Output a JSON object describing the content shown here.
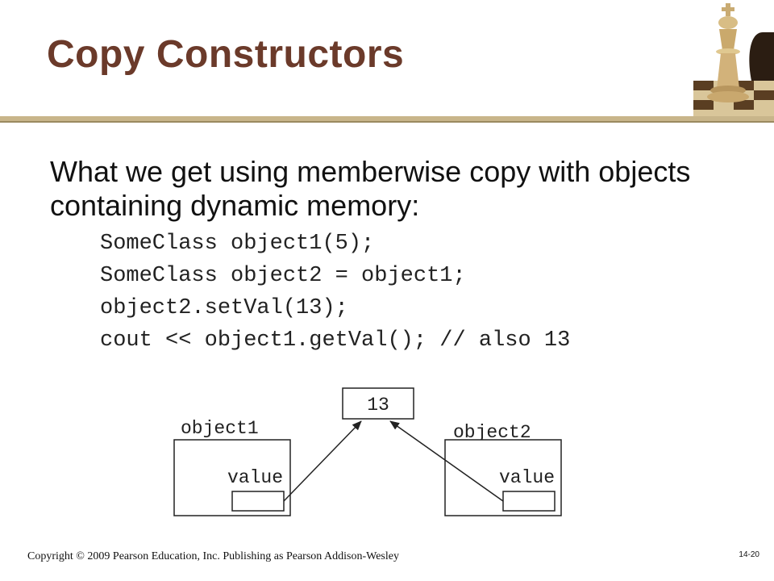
{
  "slide": {
    "title": "Copy Constructors",
    "intro": "What we get using memberwise copy with objects containing dynamic memory:",
    "code_lines": [
      "SomeClass object1(5);",
      "SomeClass object2 = object1;",
      "object2.setVal(13);",
      "cout << object1.getVal(); // also 13"
    ]
  },
  "diagram": {
    "shared_value": "13",
    "object1_label": "object1",
    "object2_label": "object2",
    "object1_member": "value",
    "object2_member": "value"
  },
  "footer": {
    "copyright": "Copyright © 2009 Pearson Education, Inc. Publishing as Pearson Addison-Wesley",
    "page": "14-20"
  },
  "colors": {
    "title": "#6b3a2a",
    "rule": "#c8b58a"
  }
}
